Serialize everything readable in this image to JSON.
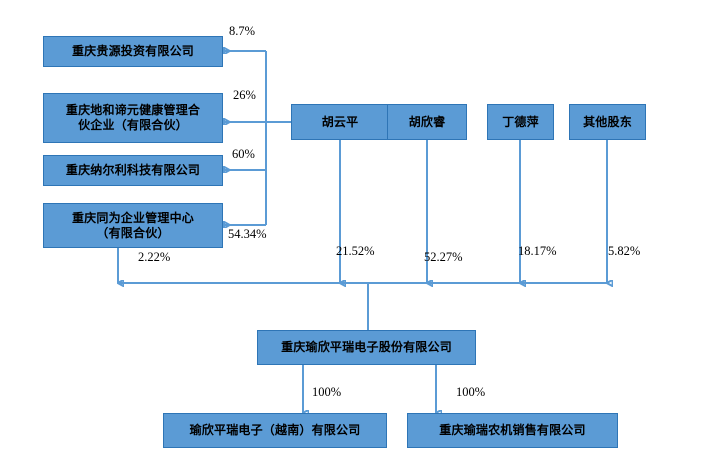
{
  "diagram": {
    "type": "ownership-structure-chart",
    "title": "",
    "accent_color": "#5B9BD5",
    "border_color": "#2E75B6",
    "text_color": "#000000",
    "background": "#ffffff"
  },
  "entities": {
    "controller": {
      "label": "胡云平"
    },
    "shareholder_2": {
      "label": "胡欣睿"
    },
    "shareholder_3": {
      "label": "丁德萍"
    },
    "shareholder_other": {
      "label": "其他股东"
    },
    "holding_1": {
      "label": "重庆贵源投资有限公司"
    },
    "holding_2": {
      "label": "重庆地和谛元健康管理合\n伙企业（有限合伙）"
    },
    "holding_3": {
      "label": "重庆纳尔利科技有限公司"
    },
    "holding_4": {
      "label": "重庆同为企业管理中心\n（有限合伙）"
    },
    "issuer": {
      "label": "重庆瑜欣平瑞电子股份有限公司"
    },
    "subsidiary_1": {
      "label": "瑜欣平瑞电子（越南）有限公司"
    },
    "subsidiary_2": {
      "label": "重庆瑜瑞农机销售有限公司"
    }
  },
  "edges": {
    "controller_to_holding_1": {
      "percent": "8.7%"
    },
    "controller_to_holding_2": {
      "percent": "26%"
    },
    "controller_to_holding_3": {
      "percent": "60%"
    },
    "controller_to_holding_4": {
      "percent": "54.34%"
    },
    "holding_4_to_issuer": {
      "percent": "2.22%"
    },
    "controller_to_issuer": {
      "percent": "21.52%"
    },
    "shareholder_2_to_issuer": {
      "percent": "52.27%"
    },
    "shareholder_3_to_issuer": {
      "percent": "18.17%"
    },
    "shareholder_other_to_issuer": {
      "percent": "5.82%"
    },
    "issuer_to_subsidiary_1": {
      "percent": "100%"
    },
    "issuer_to_subsidiary_2": {
      "percent": "100%"
    }
  }
}
